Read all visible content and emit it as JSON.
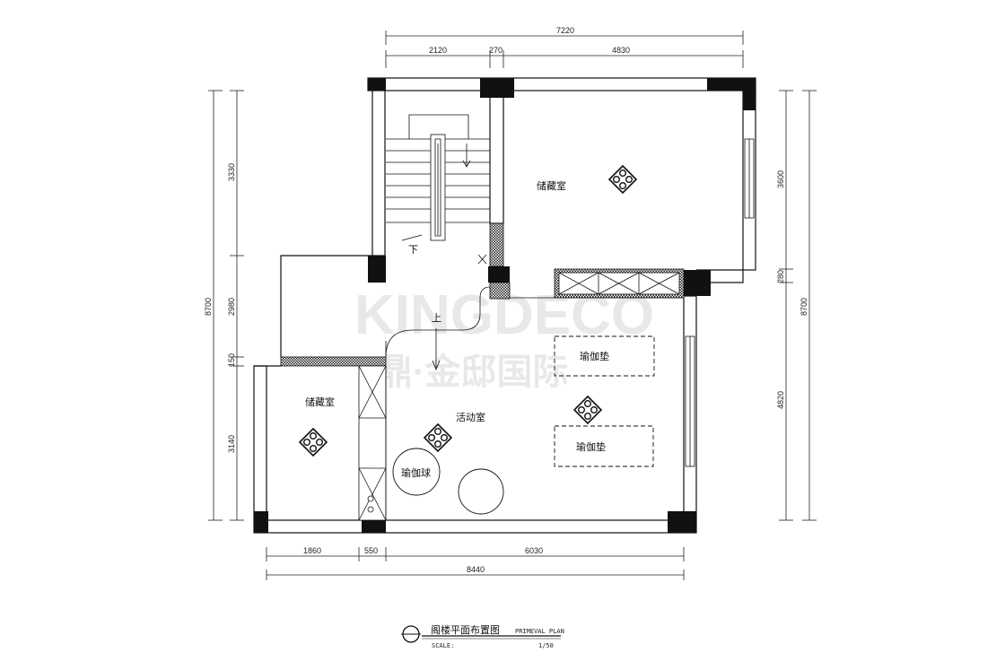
{
  "watermark": {
    "brand": "KINGDECO",
    "cn": "鼎·金邸国际",
    "mark": "®"
  },
  "dims": {
    "top_total": "7220",
    "top_a": "2120",
    "top_b": "270",
    "top_c": "4830",
    "left_total": "8700",
    "left_a": "3330",
    "left_b": "2980",
    "left_c": "150",
    "left_d": "3140",
    "right_total": "8700",
    "right_a": "3600",
    "right_b": "280",
    "right_c": "4820",
    "bottom_a": "1860",
    "bottom_b": "550",
    "bottom_c": "6030",
    "bottom_total": "8440"
  },
  "rooms": {
    "storage_top": "储藏室",
    "storage_left": "储藏室",
    "activity": "活动室",
    "yoga_mat_1": "瑜伽垫",
    "yoga_mat_2": "瑜伽垫",
    "yoga_ball": "瑜伽球",
    "stair_down": "下",
    "stair_up": "上"
  },
  "title": {
    "cn": "阁楼平面布置图",
    "en": "PRIMEVAL PLAN",
    "scale_label": "SCALE:",
    "scale_value": "1/50"
  }
}
